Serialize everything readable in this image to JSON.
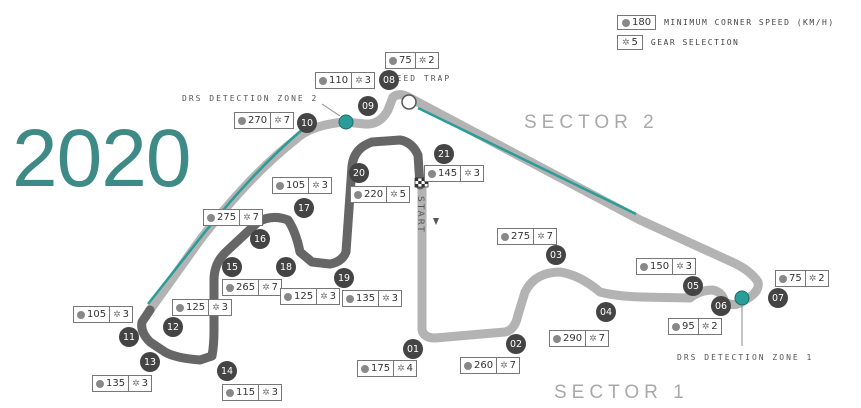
{
  "year": "2020",
  "sectors": {
    "s1": "SECTOR 1",
    "s2": "SECTOR 2"
  },
  "labels": {
    "drs_zone_1": "DRS DETECTION ZONE 1",
    "drs_zone_2": "DRS DETECTION ZONE 2",
    "speed_trap": "SPEED TRAP",
    "start": "START"
  },
  "legend": {
    "speed": {
      "value": "180",
      "text": "MINIMUM CORNER SPEED (KM/H)"
    },
    "gear": {
      "value": "5",
      "text": "GEAR SELECTION"
    }
  },
  "colors": {
    "accent": "#3e8a86",
    "track_light": "#b3b3b3",
    "track_dark": "#666666",
    "drs": "#2a9d98",
    "badge": "#444444"
  },
  "corners": [
    {
      "id": "c01",
      "number": "01",
      "speed": "175",
      "gear": "4"
    },
    {
      "id": "c02",
      "number": "02",
      "speed": "260",
      "gear": "7"
    },
    {
      "id": "c03",
      "number": "03",
      "speed": "275",
      "gear": "7"
    },
    {
      "id": "c04",
      "number": "04",
      "speed": "290",
      "gear": "7"
    },
    {
      "id": "c05",
      "number": "05",
      "speed": "150",
      "gear": "3"
    },
    {
      "id": "c06",
      "number": "06",
      "speed": "95",
      "gear": "2"
    },
    {
      "id": "c07",
      "number": "07",
      "speed": "75",
      "gear": "2"
    },
    {
      "id": "c08",
      "number": "08",
      "speed": "75",
      "gear": "2"
    },
    {
      "id": "c09",
      "number": "09",
      "speed": "110",
      "gear": "3"
    },
    {
      "id": "c10",
      "number": "10",
      "speed": "270",
      "gear": "7"
    },
    {
      "id": "c11",
      "number": "11",
      "speed": "105",
      "gear": "3"
    },
    {
      "id": "c12",
      "number": "12",
      "speed": "125",
      "gear": "3"
    },
    {
      "id": "c13",
      "number": "13",
      "speed": "135",
      "gear": "3"
    },
    {
      "id": "c14",
      "number": "14",
      "speed": "115",
      "gear": "3"
    },
    {
      "id": "c15",
      "number": "15",
      "speed": "265",
      "gear": "7"
    },
    {
      "id": "c16",
      "number": "16",
      "speed": "275",
      "gear": "7"
    },
    {
      "id": "c17",
      "number": "17",
      "speed": "105",
      "gear": "3"
    },
    {
      "id": "c18",
      "number": "18",
      "speed": "125",
      "gear": "3"
    },
    {
      "id": "c19",
      "number": "19",
      "speed": "135",
      "gear": "3"
    },
    {
      "id": "c20",
      "number": "20",
      "speed": "220",
      "gear": "5"
    },
    {
      "id": "c21",
      "number": "21",
      "speed": "145",
      "gear": "3"
    }
  ]
}
